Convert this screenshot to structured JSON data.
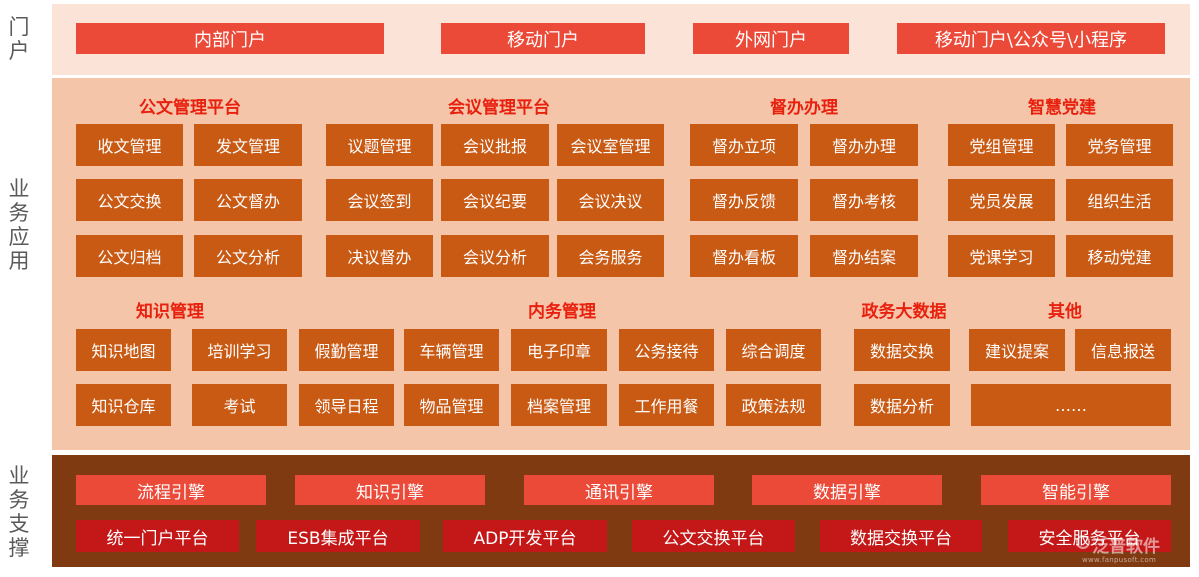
{
  "layers": {
    "portal": "门户",
    "business_app": "业务应用",
    "business_support": "业务支撑"
  },
  "portal": [
    "内部门户",
    "移动门户",
    "外网门户",
    "移动门户\\公众号\\小程序"
  ],
  "categories": {
    "doc": "公文管理平台",
    "meeting": "会议管理平台",
    "supervise": "督办办理",
    "party": "智慧党建",
    "knowledge": "知识管理",
    "internal": "内务管理",
    "gov_data": "政务大数据",
    "other": "其他"
  },
  "apps": {
    "doc": [
      "收文管理",
      "发文管理",
      "公文交换",
      "公文督办",
      "公文归档",
      "公文分析"
    ],
    "meeting": [
      "议题管理",
      "会议批报",
      "会议室管理",
      "会议签到",
      "会议纪要",
      "会议决议",
      "决议督办",
      "会议分析",
      "会务服务"
    ],
    "supervise": [
      "督办立项",
      "督办办理",
      "督办反馈",
      "督办考核",
      "督办看板",
      "督办结案"
    ],
    "party": [
      "党组管理",
      "党务管理",
      "党员发展",
      "组织生活",
      "党课学习",
      "移动党建"
    ],
    "knowledge": [
      "知识地图",
      "培训学习",
      "假勤管理",
      "知识仓库",
      "考试",
      "领导日程"
    ],
    "internal": [
      "车辆管理",
      "电子印章",
      "公务接待",
      "综合调度",
      "物品管理",
      "档案管理",
      "工作用餐",
      "政策法规"
    ],
    "gov_data": [
      "数据交换",
      "数据分析"
    ],
    "other": [
      "建议提案",
      "信息报送",
      "……"
    ]
  },
  "engines": [
    "流程引擎",
    "知识引擎",
    "通讯引擎",
    "数据引擎",
    "智能引擎"
  ],
  "platforms": [
    "统一门户平台",
    "ESB集成平台",
    "ADP开发平台",
    "公文交换平台",
    "数据交换平台",
    "安全服务平台"
  ],
  "watermark": {
    "text": "泛普软件",
    "url": "www.fanpusoft.com"
  },
  "colors": {
    "portal_band": "#fbe3d8",
    "app_band": "#f5c5a9",
    "support_band": "#7f3a12",
    "portal_box": "#ec4a38",
    "app_box": "#c95a14",
    "engine_box": "#ec4a38",
    "platform_box": "#c41717",
    "category_text": "#e8210f"
  }
}
